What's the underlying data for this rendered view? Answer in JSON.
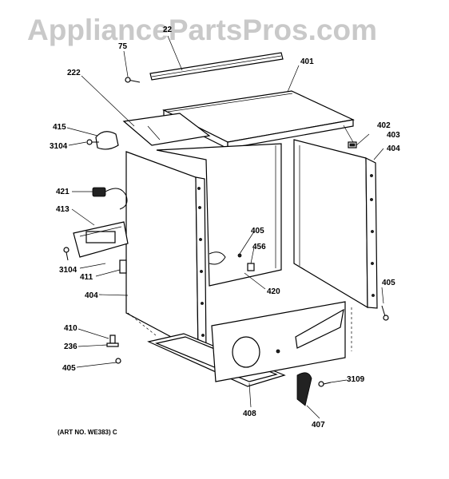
{
  "watermark": "AppliancePartsPros.com",
  "art_number": "(ART NO. WE383) C",
  "callouts": {
    "c22": "22",
    "c75": "75",
    "c222": "222",
    "c401": "401",
    "c415": "415",
    "c3104a": "3104",
    "c402": "402",
    "c403": "403",
    "c404a": "404",
    "c421": "421",
    "c413": "413",
    "c405a": "405",
    "c456": "456",
    "c3104b": "3104",
    "c411": "411",
    "c420": "420",
    "c405b": "405",
    "c404b": "404",
    "c410": "410",
    "c236": "236",
    "c405c": "405",
    "c3109": "3109",
    "c408": "408",
    "c407": "407"
  }
}
